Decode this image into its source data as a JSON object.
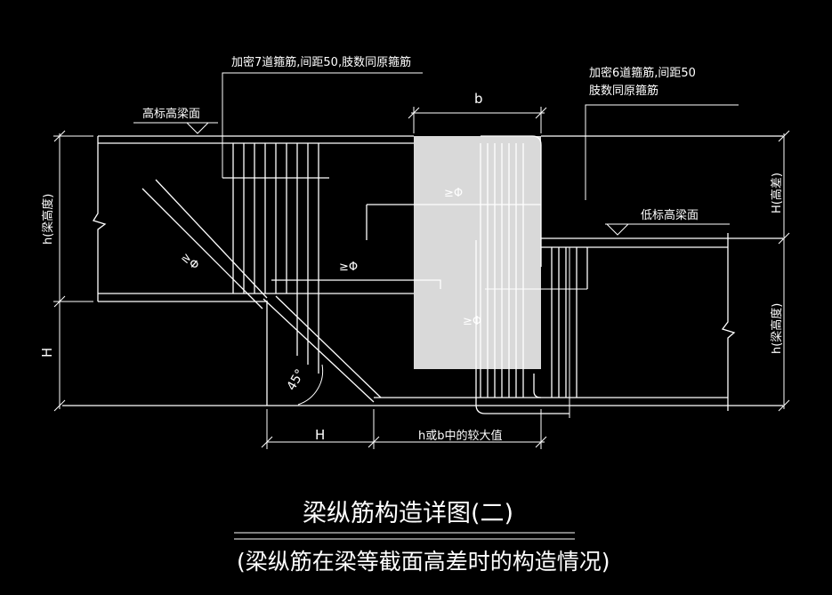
{
  "title": "梁纵筋构造详图(二)",
  "subtitle": "(梁纵筋在梁等截面高差时的构造情况)",
  "labels": {
    "left_stirrup_note": "加密7道箍筋,间距50,肢数同原箍筋",
    "right_stirrup_note_line1": "加密6道箍筋,间距50",
    "right_stirrup_note_line2": "肢数同原箍筋",
    "high_beam_face": "高标高梁面",
    "low_beam_face": "低标高梁面",
    "dim_b": "b",
    "dim_h_left": "h(梁高度)",
    "dim_H_left": "H",
    "dim_H_right": "H(高差)",
    "dim_h_right": "h(梁高度)",
    "dim_H_bottom": "H",
    "dim_hb_bottom": "h或b中的较大值",
    "angle": "45°",
    "anchor1": "≥Φ",
    "anchor2": "≥Φ",
    "anchor3": "≥Φ",
    "anchor4": "≥Φ"
  },
  "colors": {
    "background": "#000000",
    "lines": "#ffffff",
    "column_fill": "#d9d9d9"
  }
}
